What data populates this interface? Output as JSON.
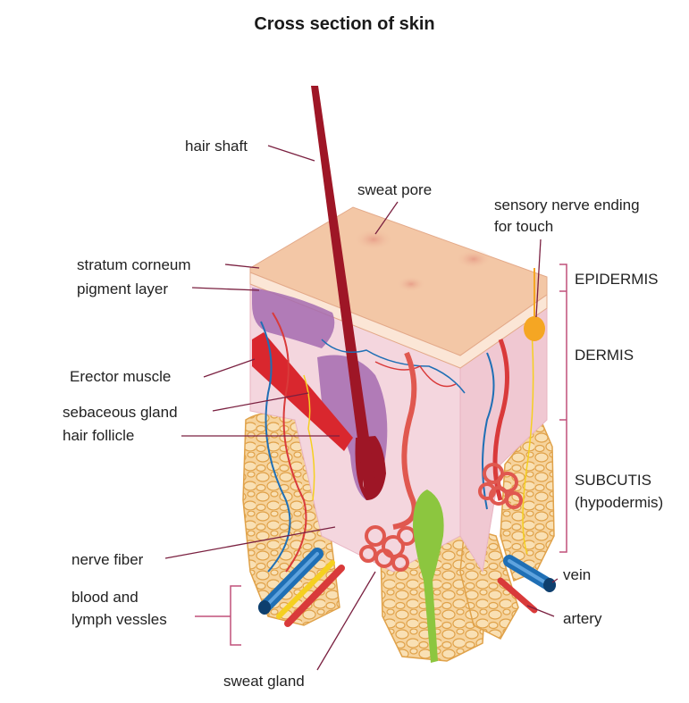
{
  "title": "Cross section of skin",
  "labels": {
    "hair_shaft": "hair shaft",
    "sweat_pore": "sweat pore",
    "sensory_nerve_ending_line1": "sensory nerve ending",
    "sensory_nerve_ending_line2": "for touch",
    "stratum_corneum": "stratum corneum",
    "pigment_layer": "pigment layer",
    "erector_muscle": "Erector muscle",
    "sebaceous_gland": "sebaceous gland",
    "hair_follicle": "hair follicle",
    "nerve_fiber": "nerve fiber",
    "blood_lymph_line1": "blood and",
    "blood_lymph_line2": "lymph vessles",
    "sweat_gland": "sweat gland",
    "vein": "vein",
    "artery": "artery"
  },
  "layers": {
    "epidermis": "EPIDERMIS",
    "dermis": "DERMIS",
    "subcutis_line1": "SUBCUTIS",
    "subcutis_line2": "(hypodermis)"
  },
  "colors": {
    "epidermis_top": "#f3c7a6",
    "dermis": "#f4d6de",
    "fat": "#f2c98a",
    "fat_outline": "#e0a24a",
    "hair": "#9e1626",
    "sebaceous": "#a56bb0",
    "muscle": "#d9272e",
    "vein": "#1f6fb5",
    "artery": "#d93a3a",
    "sweat_gland": "#e0584f",
    "nerve_green": "#8cc63f",
    "sensory": "#f5a623",
    "bracket": "#c0507a",
    "leader": "#7a2040"
  }
}
